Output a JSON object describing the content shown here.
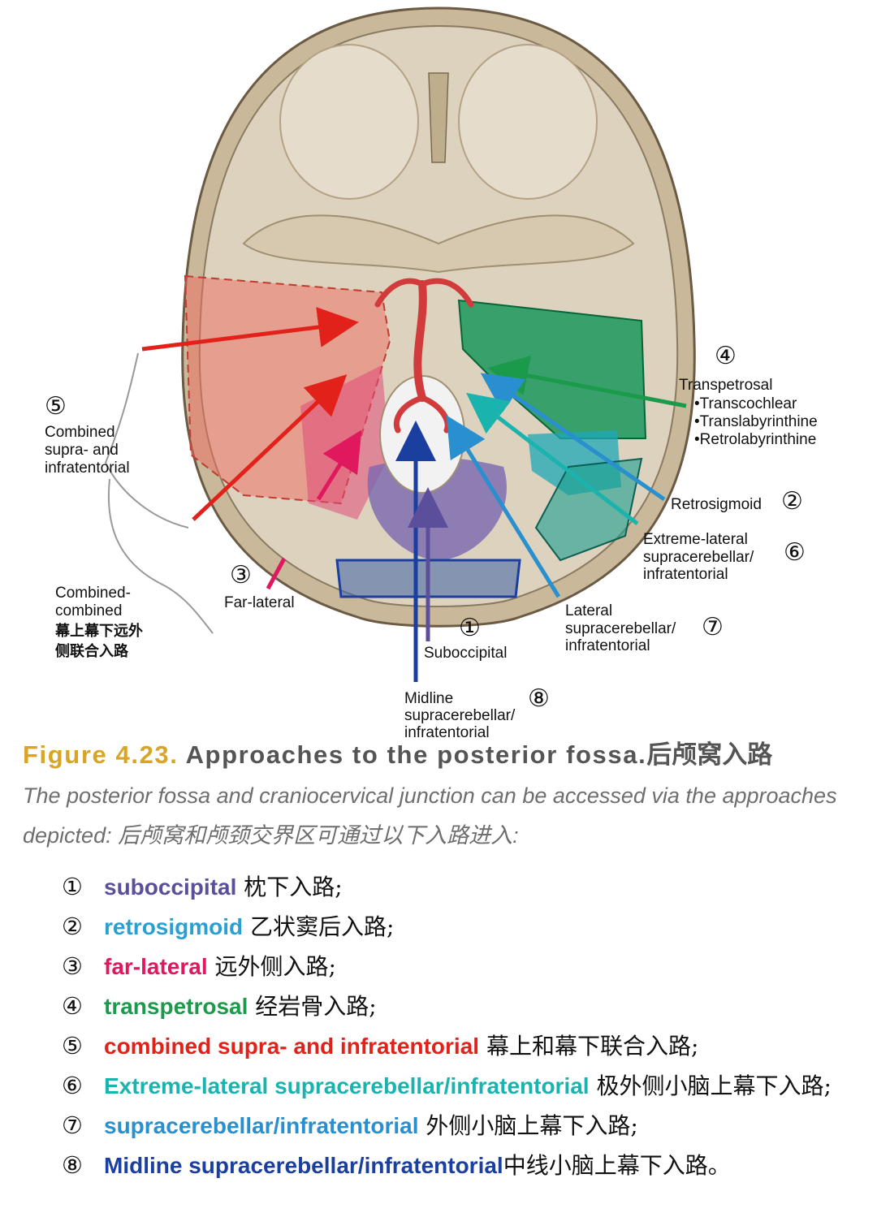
{
  "figure": {
    "labels": {
      "suboccipital": {
        "num": "①",
        "text": "Suboccipital"
      },
      "retrosigmoid": {
        "num": "②",
        "text": "Retrosigmoid"
      },
      "far_lateral": {
        "num": "③",
        "text": "Far-lateral"
      },
      "transpetrosal": {
        "num": "④",
        "title": "Transpetrosal",
        "sub": [
          "•Transcochlear",
          "•Translabyrinthine",
          "•Retrolabyrinthine"
        ]
      },
      "combined": {
        "num": "⑤",
        "lines": [
          "Combined",
          "supra- and",
          "infratentorial"
        ]
      },
      "extreme_lateral": {
        "num": "⑥",
        "lines": [
          "Extreme-lateral",
          "supracerebellar/",
          "infratentorial"
        ]
      },
      "lateral_sc": {
        "num": "⑦",
        "lines": [
          "Lateral",
          "supracerebellar/",
          "infratentorial"
        ]
      },
      "midline_sc": {
        "num": "⑧",
        "lines": [
          "Midline",
          "supracerebellar/",
          "infratentorial"
        ]
      },
      "combined_combined": {
        "lines": [
          "Combined-",
          "combined",
          "幕上幕下远外",
          "侧联合入路"
        ]
      }
    }
  },
  "caption": {
    "figure_number": "Figure 4.23.",
    "title": "Approaches to the posterior fossa.",
    "title_cn": "后颅窝入路",
    "description": "The posterior fossa and craniocervical junction can be accessed via the approaches depicted: 后颅窝和颅颈交界区可通过以下入路进入:"
  },
  "approaches": [
    {
      "num": "①",
      "en": "suboccipital",
      "cn": " 枕下入路;",
      "color": "#5b4e9a"
    },
    {
      "num": "②",
      "en": "retrosigmoid",
      "cn": " 乙状窦后入路;",
      "color": "#2a9fd1"
    },
    {
      "num": "③",
      "en": "far-lateral",
      "cn": " 远外侧入路;",
      "color": "#e0195f"
    },
    {
      "num": "④",
      "en": "transpetrosal",
      "cn": " 经岩骨入路;",
      "color": "#1c9a4c"
    },
    {
      "num": "⑤",
      "en": "combined supra- and infratentorial",
      "cn": " 幕上和幕下联合入路;",
      "color": "#e3211b"
    },
    {
      "num": "⑥",
      "en": "Extreme-lateral supracerebellar/infratentorial",
      "cn": " 极外侧小脑上幕下入路;",
      "color": "#1bb3ad"
    },
    {
      "num": "⑦",
      "en": "supracerebellar/infratentorial",
      "cn": " 外侧小脑上幕下入路;",
      "color": "#2a8fcf"
    },
    {
      "num": "⑧",
      "en": "Midline supracerebellar/infratentorial",
      "cn": "中线小脑上幕下入路。",
      "color": "#1a3f9e"
    }
  ]
}
